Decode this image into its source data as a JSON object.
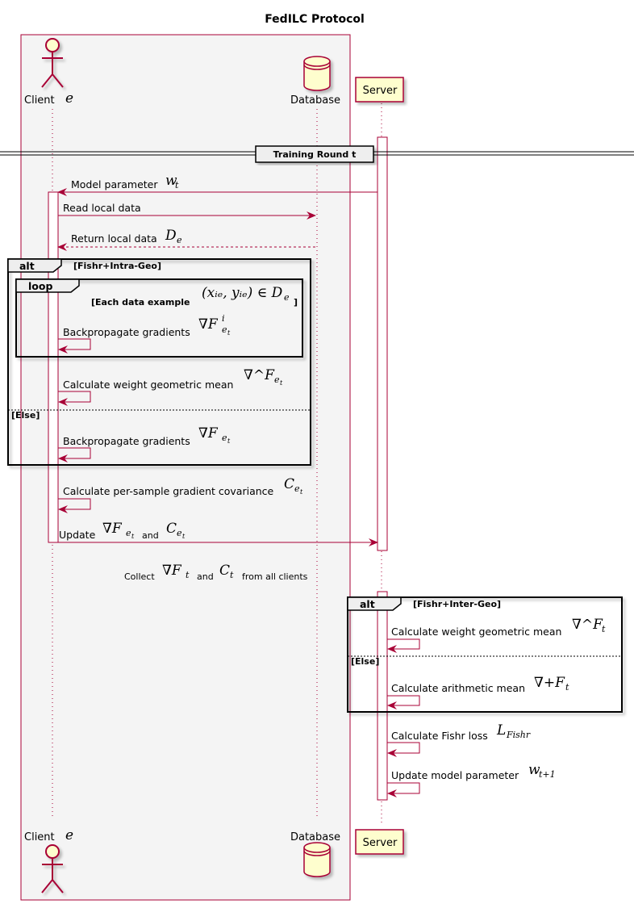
{
  "title": "FedILC Protocol",
  "participants": {
    "client": {
      "label": "Client",
      "var": "e"
    },
    "database": {
      "label": "Database"
    },
    "server": {
      "label": "Server"
    }
  },
  "divider": "Training Round t",
  "messages": {
    "m1": {
      "text": "Model parameter",
      "math": "w",
      "sub": "t"
    },
    "m2": {
      "text": "Read local data"
    },
    "m3": {
      "text": "Return local data",
      "math": "D",
      "sub": "e"
    },
    "m4": {
      "text": "Backpropagate gradients",
      "math": "∇F",
      "sub": "e",
      "subsub": "t",
      "sup": "i"
    },
    "m5": {
      "text": "Calculate weight geometric mean",
      "math": "∇^F",
      "sub": "e",
      "subsub": "t"
    },
    "m6": {
      "text": "Backpropagate gradients",
      "math": "∇F",
      "sub": "e",
      "subsub": "t"
    },
    "m7": {
      "text": "Calculate per-sample gradient covariance",
      "math": "C",
      "sub": "e",
      "subsub": "t"
    },
    "m8": {
      "text": "Update",
      "math1": "∇F",
      "and": "and",
      "math2": "C",
      "sub": "e",
      "subsub": "t"
    },
    "collect": {
      "pre": "Collect",
      "math1": "∇F",
      "sub1": "t",
      "and": "and",
      "math2": "C",
      "sub2": "t",
      "post": "from all clients"
    },
    "s1": {
      "text": "Calculate weight geometric mean",
      "math": "∇^F",
      "sub": "t"
    },
    "s2": {
      "text": "Calculate arithmetic mean",
      "math": "∇+F",
      "sub": "t"
    },
    "s3": {
      "text": "Calculate Fishr loss",
      "math": "L",
      "sub": "Fishr"
    },
    "s4": {
      "text": "Update model parameter",
      "math": "w",
      "sub": "t+1"
    }
  },
  "fragments": {
    "alt1": {
      "keyword": "alt",
      "guard": "[Fishr+Intra-Geo]",
      "else": "[Else]"
    },
    "loop": {
      "keyword": "loop",
      "guard_pre": "[Each data example",
      "guard_math": "(xᵢₑ, yᵢₑ) ∈ D",
      "guard_sub": "e",
      "guard_post": "]"
    },
    "alt2": {
      "keyword": "alt",
      "guard": "[Fishr+Inter-Geo]",
      "else": "[Else]"
    }
  },
  "colors": {
    "line": "#a80036",
    "actor_fill": "#fefece",
    "box_fill": "#f4f4f4"
  }
}
